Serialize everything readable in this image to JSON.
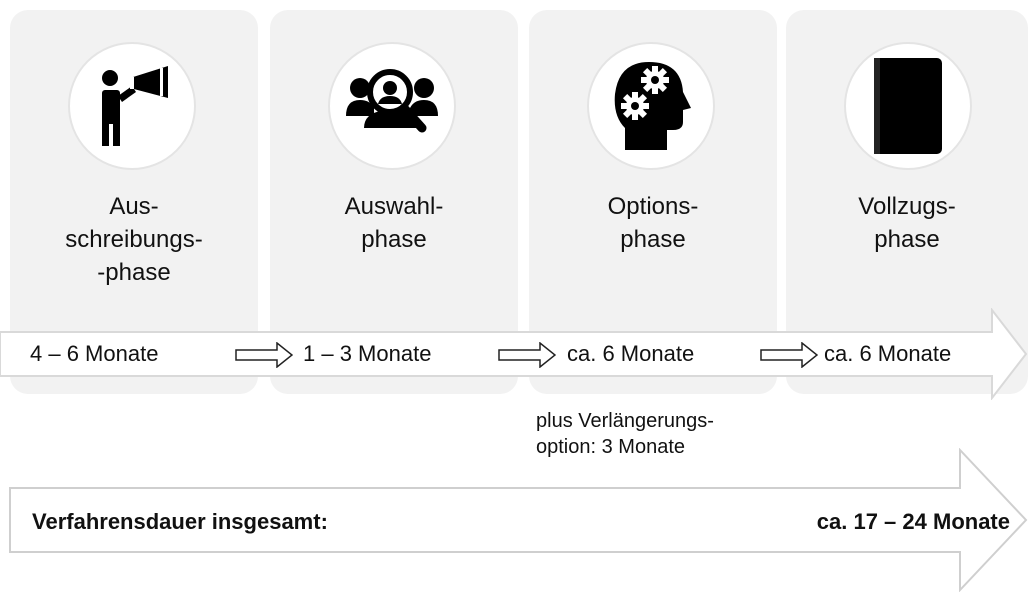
{
  "phases": [
    {
      "title": "Aus-\nschreibungs-\n-phase",
      "icon": "megaphone-icon",
      "duration": "4 – 6 Monate"
    },
    {
      "title": "Auswahl-\nphase",
      "icon": "people-search-icon",
      "duration": "1 – 3 Monate"
    },
    {
      "title": "Options-\nphase",
      "icon": "head-gears-icon",
      "duration": "ca. 6 Monate"
    },
    {
      "title": "Vollzugs-\nphase",
      "icon": "black-book-icon",
      "duration": "ca. 6 Monate"
    }
  ],
  "note": "plus Verlängerungs-\noption: 3 Monate",
  "total": {
    "label": "Verfahrensdauer insgesamt:",
    "value": "ca. 17 – 24 Monate"
  },
  "colors": {
    "panel": "#f2f2f2",
    "arrow_fill": "#ffffff",
    "arrow_stroke": "#d9d9d9",
    "icon": "#000000"
  }
}
